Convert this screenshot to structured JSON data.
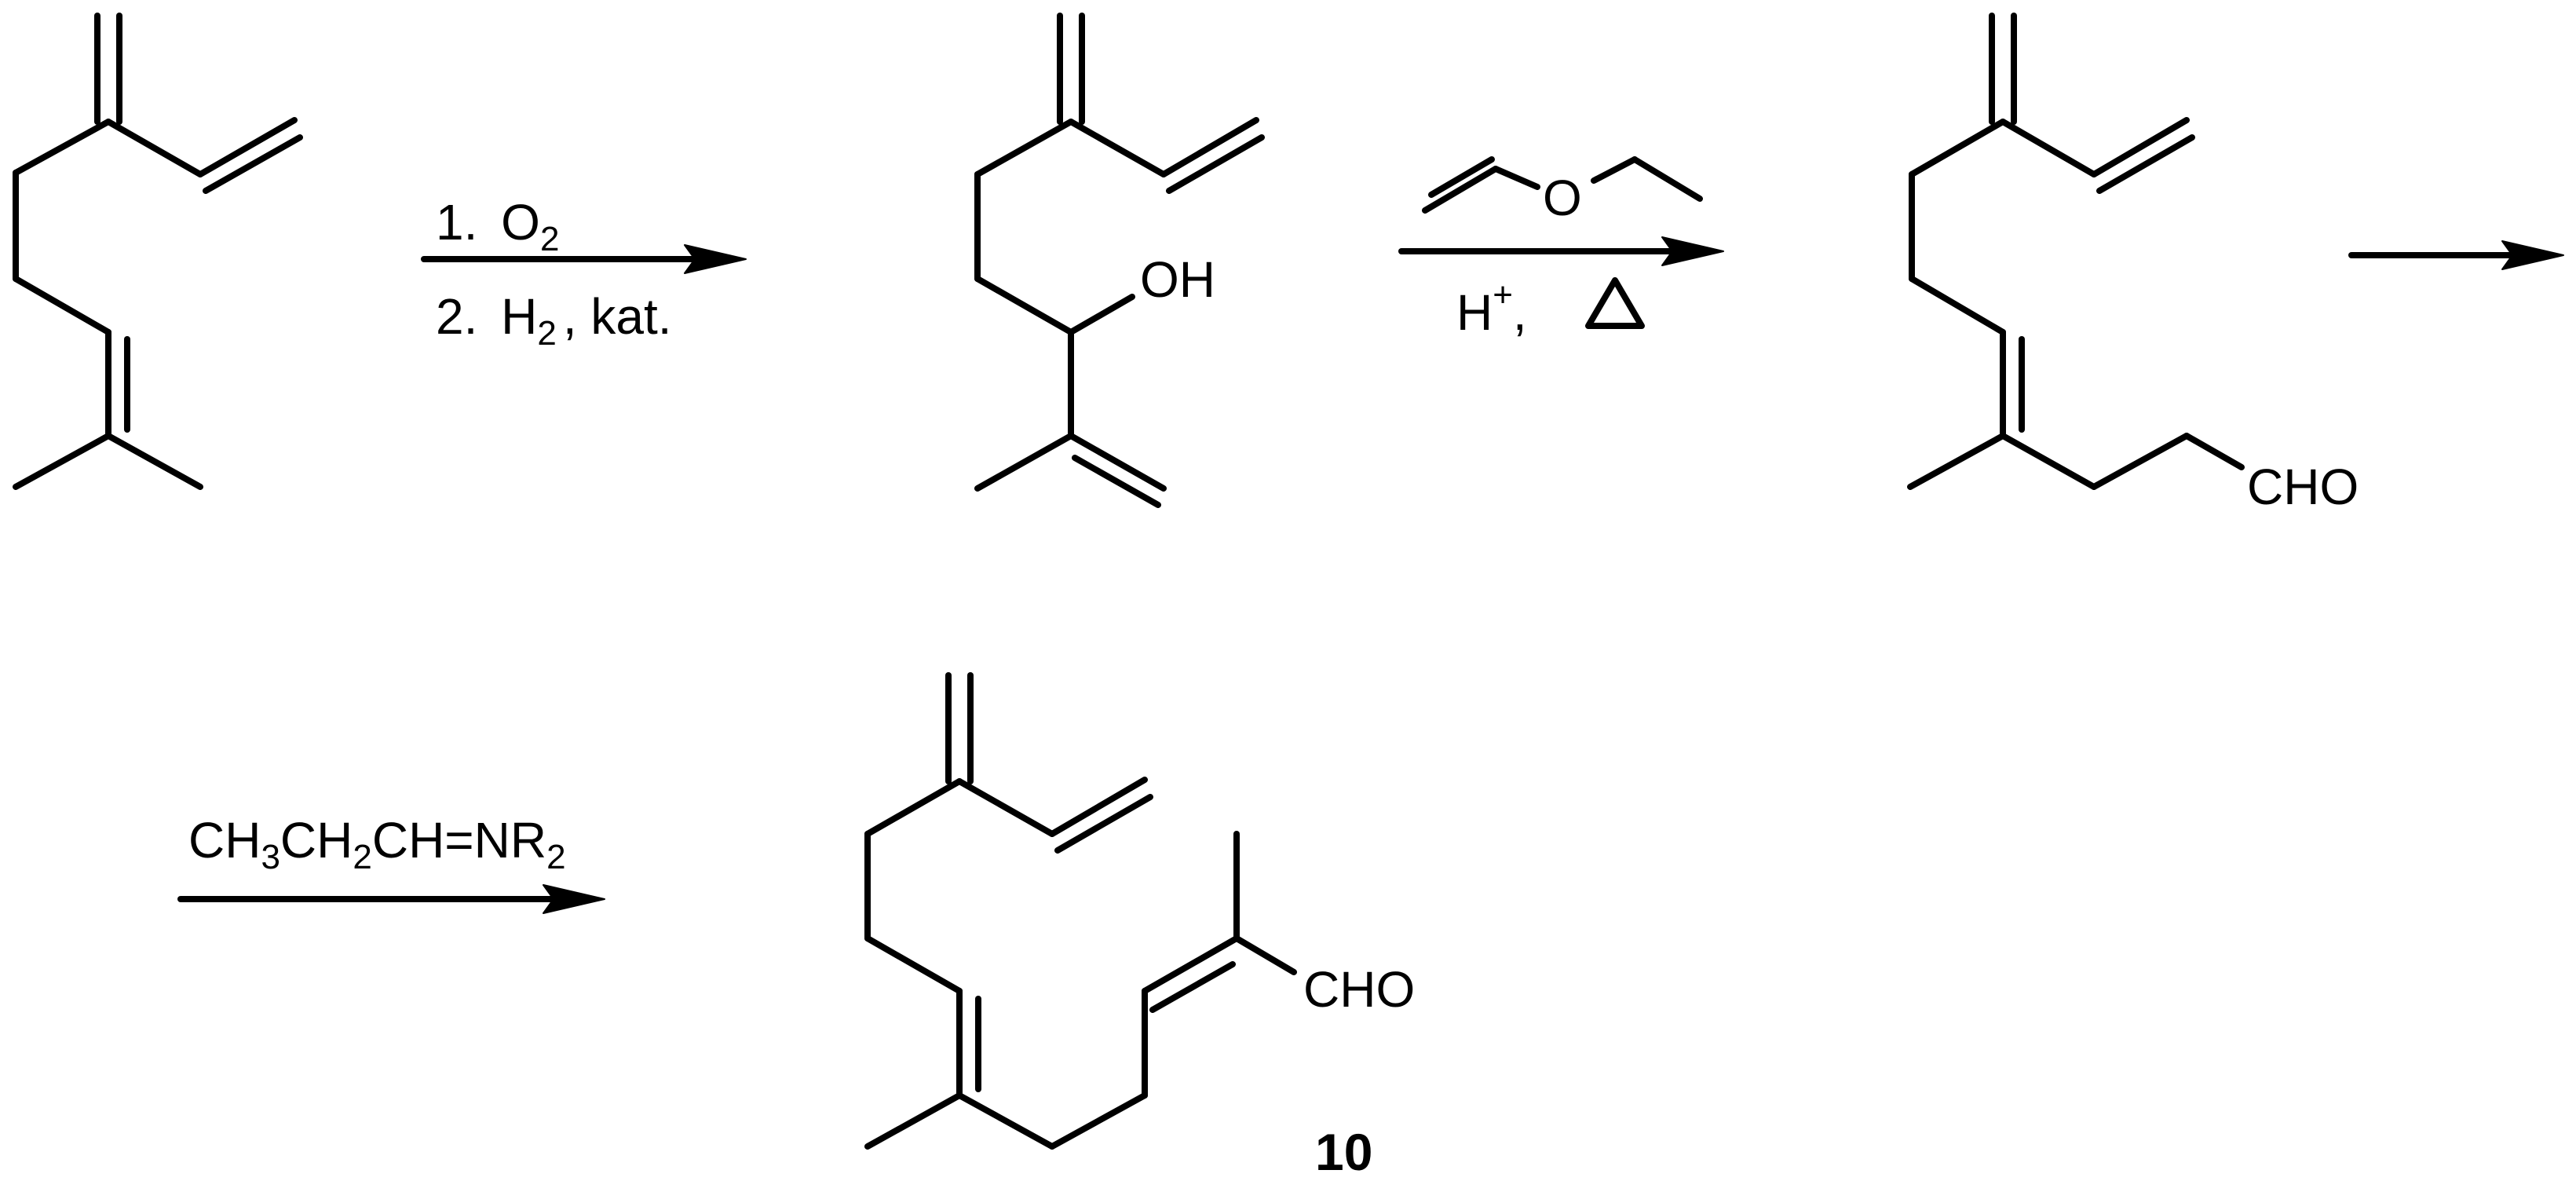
{
  "scheme": {
    "step1": {
      "line1": {
        "number": "1.",
        "main": "O",
        "sub": "2"
      },
      "line2": {
        "number": "2.",
        "main": "H",
        "sub": "2",
        "rest": ", kat."
      }
    },
    "compound2": {
      "oh_label": "OH"
    },
    "step2": {
      "oxygen_label": "O",
      "line2": {
        "main": "H",
        "sup": "+",
        "rest": ","
      }
    },
    "compound3": {
      "aldehyde_label": "CHO"
    },
    "step4": {
      "reagent": {
        "p1": "CH",
        "s1": "3",
        "p2": "CH",
        "s2": "2",
        "p3": "CH=NR",
        "s3": "2"
      }
    },
    "compound10": {
      "aldehyde_label": "CHO",
      "number": "10"
    }
  }
}
